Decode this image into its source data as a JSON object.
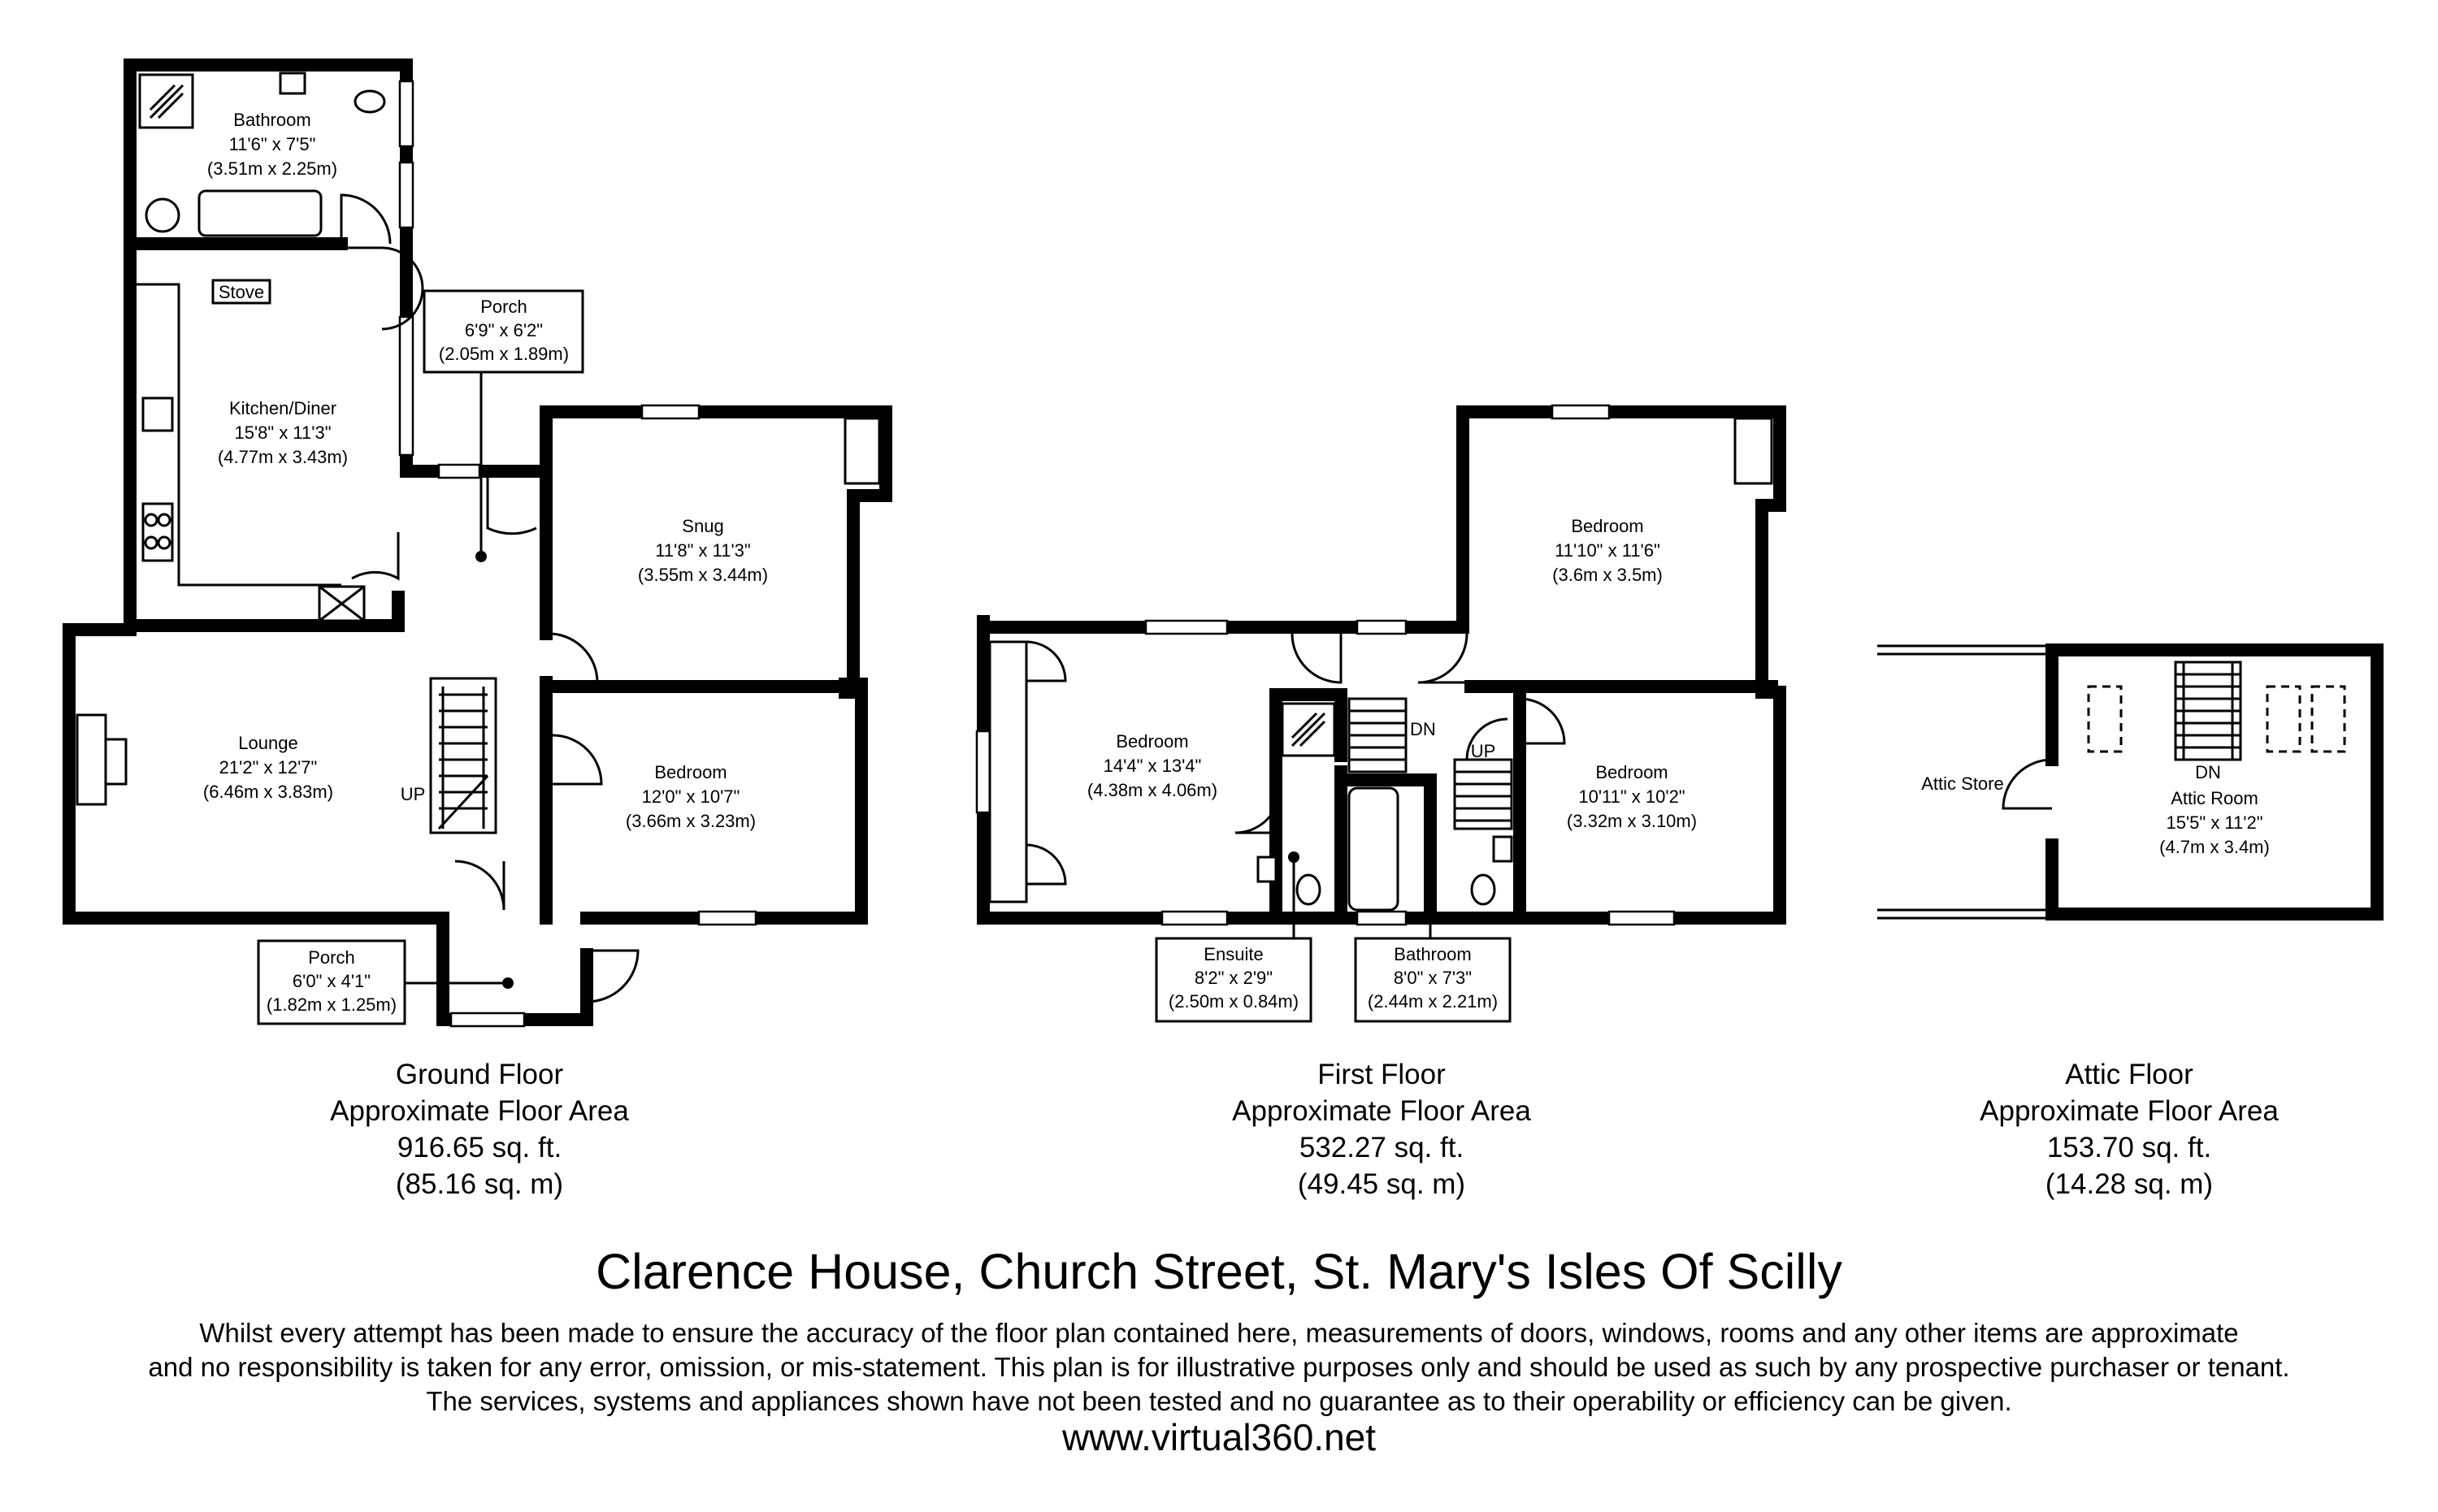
{
  "plan_title": "Clarence House, Church Street, St. Mary's Isles Of Scilly",
  "disclaimer": [
    "Whilst every attempt has been made to ensure the accuracy of the floor plan contained here, measurements of doors, windows, rooms and any other items are approximate",
    "and no responsibility is taken for any error, omission, or mis-statement. This plan is for illustrative purposes only and should be used as such by any prospective purchaser or tenant.",
    "The services, systems and appliances shown have not been tested and no guarantee as to their operability or efficiency can be given."
  ],
  "website": "www.virtual360.net",
  "floors": [
    {
      "name": "Ground Floor",
      "area_label": "Approximate Floor Area",
      "area_sqft": "916.65 sq. ft.",
      "area_sqm": "(85.16 sq. m)"
    },
    {
      "name": "First Floor",
      "area_label": "Approximate Floor Area",
      "area_sqft": "532.27 sq. ft.",
      "area_sqm": "(49.45 sq. m)"
    },
    {
      "name": "Attic Floor",
      "area_label": "Approximate Floor Area",
      "area_sqft": "153.70 sq. ft.",
      "area_sqm": "(14.28 sq. m)"
    }
  ],
  "ground_rooms": {
    "bathroom": {
      "name": "Bathroom",
      "imperial": "11'6\" x 7'5\"",
      "metric": "(3.51m x 2.25m)"
    },
    "kitchen": {
      "name": "Kitchen/Diner",
      "imperial": "15'8\" x 11'3\"",
      "metric": "(4.77m x 3.43m)"
    },
    "porch_rear": {
      "name": "Porch",
      "imperial": "6'9\" x 6'2\"",
      "metric": "(2.05m x 1.89m)"
    },
    "snug": {
      "name": "Snug",
      "imperial": "11'8\" x 11'3\"",
      "metric": "(3.55m x 3.44m)"
    },
    "lounge": {
      "name": "Lounge",
      "imperial": "21'2\" x 12'7\"",
      "metric": "(6.46m x 3.83m)"
    },
    "bedroom": {
      "name": "Bedroom",
      "imperial": "12'0\" x 10'7\"",
      "metric": "(3.66m x 3.23m)"
    },
    "porch_front": {
      "name": "Porch",
      "imperial": "6'0\" x 4'1\"",
      "metric": "(1.82m x 1.25m)"
    }
  },
  "first_rooms": {
    "bedroom_1": {
      "name": "Bedroom",
      "imperial": "14'4\" x 13'4\"",
      "metric": "(4.38m x 4.06m)"
    },
    "bedroom_2": {
      "name": "Bedroom",
      "imperial": "11'10\" x 11'6\"",
      "metric": "(3.6m x 3.5m)"
    },
    "bedroom_3": {
      "name": "Bedroom",
      "imperial": "10'11\" x 10'2\"",
      "metric": "(3.32m x 3.10m)"
    },
    "ensuite": {
      "name": "Ensuite",
      "imperial": "8'2\" x 2'9\"",
      "metric": "(2.50m x 0.84m)"
    },
    "bathroom": {
      "name": "Bathroom",
      "imperial": "8'0\" x 7'3\"",
      "metric": "(2.44m x 2.21m)"
    }
  },
  "attic_rooms": {
    "store": {
      "name": "Attic Store"
    },
    "room": {
      "name": "Attic Room",
      "imperial": "15'5\" x 11'2\"",
      "metric": "(4.7m x 3.4m)"
    }
  },
  "labels": {
    "stove": "Stove",
    "up": "UP",
    "dn": "DN"
  }
}
